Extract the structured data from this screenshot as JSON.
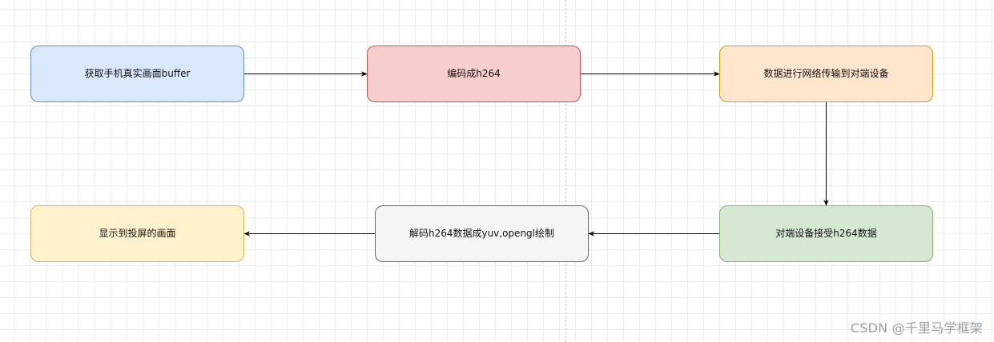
{
  "nodes": [
    {
      "id": "capture",
      "label": "获取手机真实画面buffer",
      "fill": "#dae8fc",
      "stroke": "#6c8ebf"
    },
    {
      "id": "encode",
      "label": "编码成h264",
      "fill": "#f8cecc",
      "stroke": "#b85450"
    },
    {
      "id": "transmit",
      "label": "数据进行网络传输到对端设备",
      "fill": "#ffe6cc",
      "stroke": "#d79b00"
    },
    {
      "id": "receive",
      "label": "对端设备接受h264数据",
      "fill": "#d5e8d4",
      "stroke": "#82b366"
    },
    {
      "id": "decode",
      "label": "解码h264数据成yuv,opengl绘制",
      "fill": "#f5f5f5",
      "stroke": "#666666"
    },
    {
      "id": "display",
      "label": "显示到投屏的画面",
      "fill": "#fff2cc",
      "stroke": "#d6b656"
    }
  ],
  "edges": [
    {
      "from": "capture",
      "to": "encode"
    },
    {
      "from": "encode",
      "to": "transmit"
    },
    {
      "from": "transmit",
      "to": "receive"
    },
    {
      "from": "receive",
      "to": "decode"
    },
    {
      "from": "decode",
      "to": "display"
    }
  ],
  "watermark": "CSDN @千里马学框架",
  "colors": {
    "edge": "#000000",
    "grid": "#ececec",
    "divider": "#c8c8c8"
  }
}
